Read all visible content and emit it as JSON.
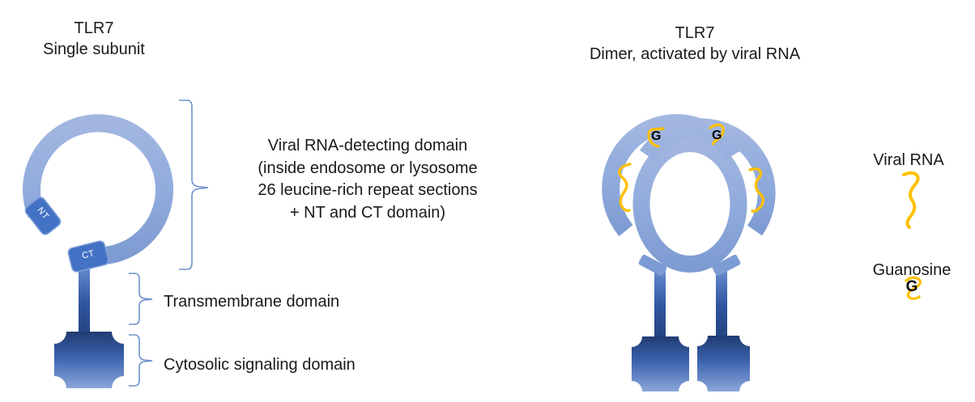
{
  "left_figure": {
    "title_line1": "TLR7",
    "title_line2": "Single subunit",
    "nt_label": "NT",
    "ct_label": "CT",
    "ectodomain_annotation": {
      "line1": "Viral RNA-detecting domain",
      "line2": "(inside endosome or lysosome",
      "line3": "26 leucine-rich repeat sections",
      "line4": "+ NT and CT domain)"
    },
    "transmembrane_label": "Transmembrane domain",
    "cytosolic_label": "Cytosolic signaling domain"
  },
  "right_figure": {
    "title_line1": "TLR7",
    "title_line2": "Dimer, activated by viral RNA",
    "guanosine_left": "G",
    "guanosine_right": "G"
  },
  "legend": {
    "viral_rna_label": "Viral RNA",
    "guanosine_label": "Guanosine",
    "guanosine_symbol": "G"
  },
  "colors": {
    "ring_light_blue": "#8FAADC",
    "ring_shade_blue": "#7E9BD2",
    "medium_blue": "#4472C4",
    "dark_navy": "#1F3864",
    "accent_yellow": "#FFC000",
    "bracket_blue": "#6E92CC",
    "text_color": "#1a1a1a",
    "background": "#FFFFFF"
  }
}
